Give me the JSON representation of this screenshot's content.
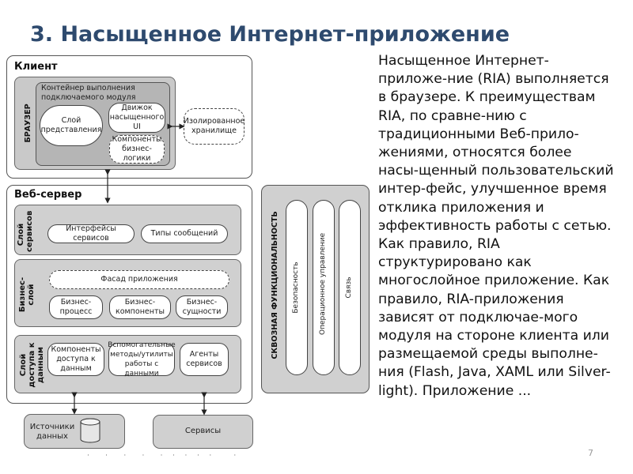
{
  "slide": {
    "title": "3. Насыщенное Интернет-приложение",
    "body": "Насыщенное Интернет-приложе-ние (RIA) выполняется в браузере. К преимуществам RIA, по сравне-нию с традиционными Веб-прило-жениями, относятся более насы-щенный пользовательский интер-фейс, улучшенное время отклика приложения и эффективность работы с сетью. Как правило, RIA структурировано как многослойное приложение. Как правило, RIA-приложения зависят от подключае-мого модуля на стороне клиента или размещаемой среды выполне-ния (Flash, Java, XAML или Silver-light). Приложение ..."
  },
  "page_number": "7",
  "diagram": {
    "client": {
      "title": "Клиент",
      "browser_label": "БРАУЗЕР",
      "container_label": "Контейнер выполнения подключаемого модуля",
      "presentation": "Слой представления",
      "ui_engine": "Движок насыщенного UI",
      "biz_components": "Компоненты бизнес-логики",
      "isolated_storage": "Изолированное хранилище"
    },
    "web_server": {
      "title": "Веб-сервер",
      "services_layer": {
        "label": "Слой сервисов",
        "items": [
          "Интерфейсы сервисов",
          "Типы сообщений"
        ]
      },
      "business_layer": {
        "label": "Бизнес-слой",
        "facade": "Фасад приложения",
        "items": [
          "Бизнес-процесс",
          "Бизнес-компоненты",
          "Бизнес-сущности"
        ]
      },
      "data_layer": {
        "label": "Слой доступа к данным",
        "items": [
          "Компоненты доступа к данным",
          "Вспомогательные методы/утилиты работы с данными",
          "Агенты сервисов"
        ]
      }
    },
    "crosscutting": {
      "title": "Сквозная функциональность",
      "items": [
        "Безопасность",
        "Операционное управление",
        "Связь"
      ]
    },
    "data_sources": "Источники данных",
    "services": "Сервисы"
  }
}
